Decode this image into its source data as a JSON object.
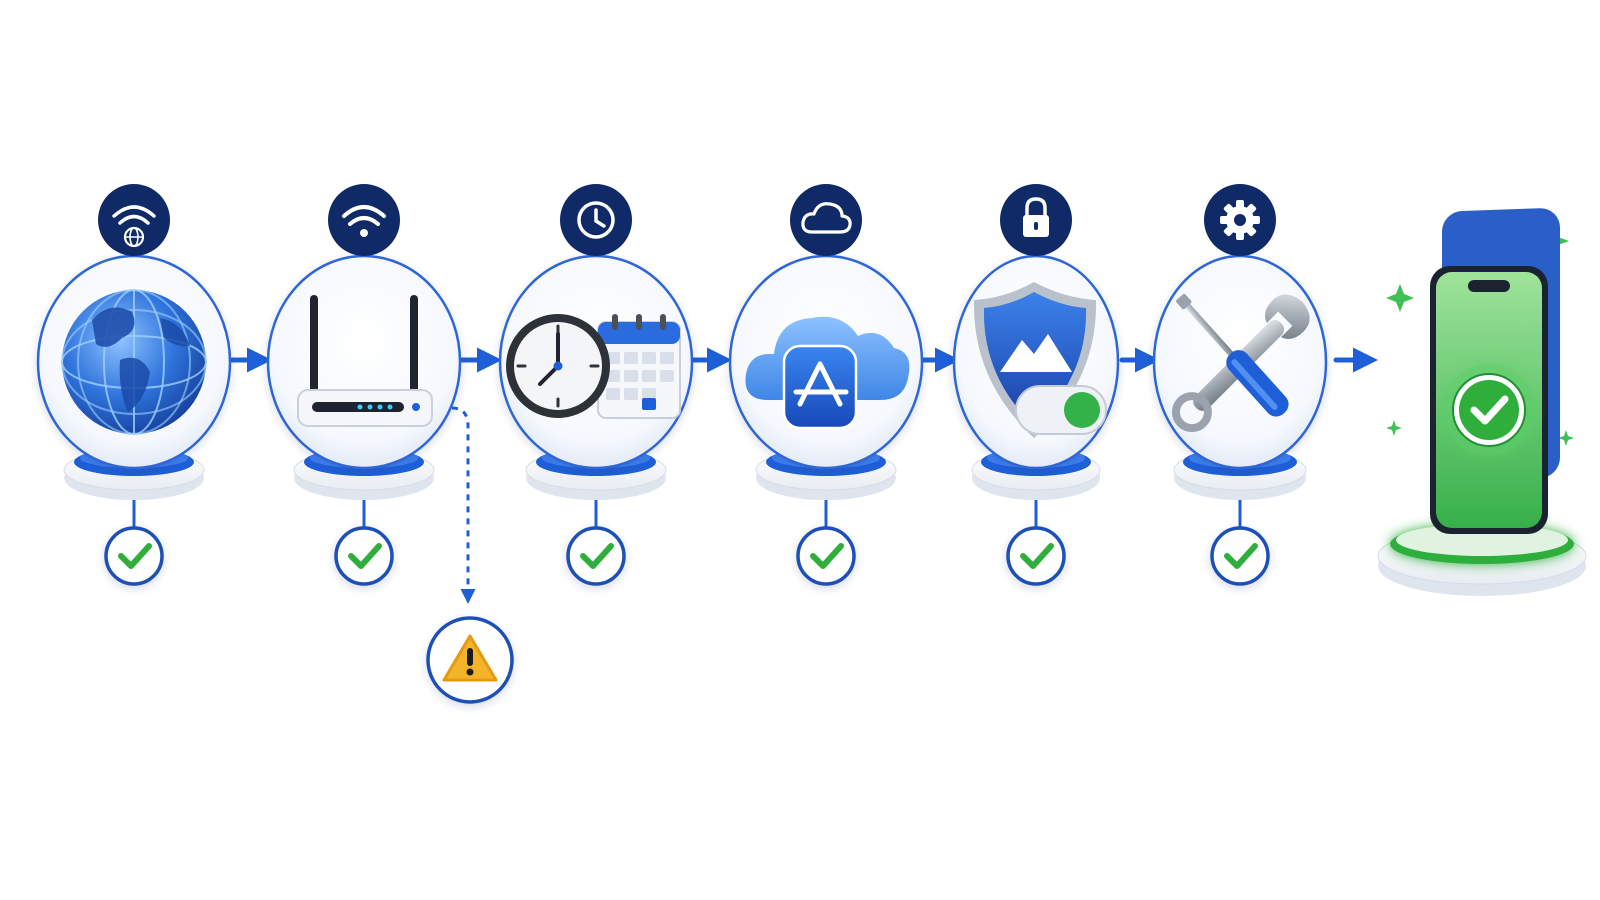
{
  "colors": {
    "navy": "#0f2a66",
    "blue": "#1e5fd8",
    "blue_light": "#4a8ff0",
    "green": "#2fae3c",
    "green_light": "#6fd37a",
    "warning": "#f2b428",
    "steel": "#9aa3ad"
  },
  "diagram": {
    "steps": [
      {
        "id": "internet",
        "badge_icon": "wifi-globe-icon",
        "main_icon": "globe-icon",
        "status": "check"
      },
      {
        "id": "router",
        "badge_icon": "wifi-icon",
        "main_icon": "router-icon",
        "status": "check",
        "branch": "warning"
      },
      {
        "id": "date-time",
        "badge_icon": "clock-icon",
        "main_icon": "clock-calendar-icon",
        "status": "check"
      },
      {
        "id": "app-store",
        "badge_icon": "cloud-icon",
        "main_icon": "cloud-app-store-icon",
        "status": "check"
      },
      {
        "id": "vpn",
        "badge_icon": "lock-icon",
        "main_icon": "shield-toggle-icon",
        "status": "check"
      },
      {
        "id": "settings",
        "badge_icon": "gear-icon",
        "main_icon": "wrench-screwdriver-icon",
        "status": "check"
      }
    ],
    "final": {
      "id": "phone-success",
      "main_icon": "phone-check-icon"
    },
    "warning_icon": "warning-triangle-icon"
  }
}
